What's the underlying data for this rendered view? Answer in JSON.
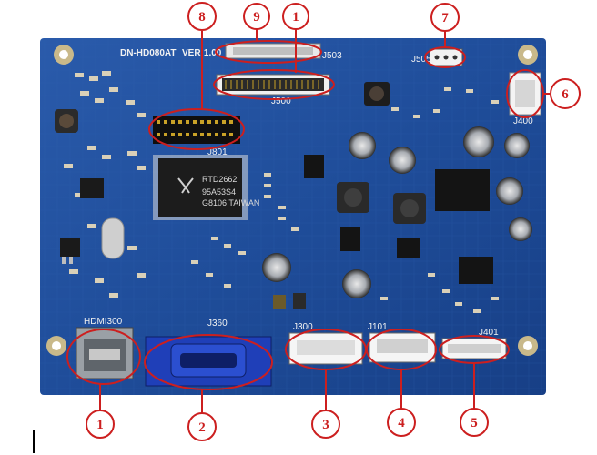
{
  "board": {
    "model_label": "DN-HD080AT",
    "version_label": "VER:1.00",
    "chip": {
      "line1": "RTD2662",
      "line2": "95A53S4",
      "line3": "G8106 TAIWAN"
    },
    "connector_labels": {
      "j500": "J500",
      "j503": "J503",
      "j505": "J505",
      "j400": "J400",
      "j300": "J300",
      "j101": "J101",
      "j401": "J401",
      "j801": "J801",
      "j360": "J360",
      "hdmi": "HDMI300"
    },
    "colors": {
      "pcb": "#1f4d9a",
      "callout": "#cc1f1f"
    }
  },
  "callouts": [
    {
      "id": "c1-top",
      "label": "1"
    },
    {
      "id": "c9",
      "label": "9"
    },
    {
      "id": "c8",
      "label": "8"
    },
    {
      "id": "c7",
      "label": "7"
    },
    {
      "id": "c6",
      "label": "6"
    },
    {
      "id": "c1-bottom",
      "label": "1"
    },
    {
      "id": "c2",
      "label": "2"
    },
    {
      "id": "c3",
      "label": "3"
    },
    {
      "id": "c4",
      "label": "4"
    },
    {
      "id": "c5",
      "label": "5"
    }
  ]
}
